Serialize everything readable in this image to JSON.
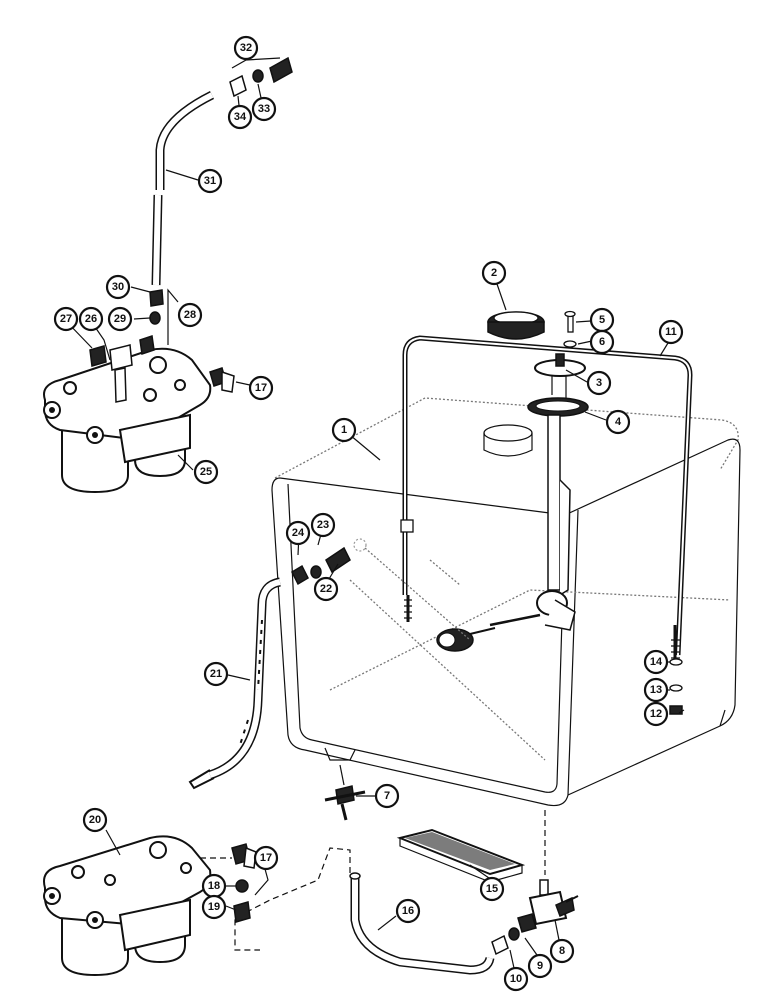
{
  "callouts": [
    {
      "id": "1",
      "label": "1"
    },
    {
      "id": "2",
      "label": "2"
    },
    {
      "id": "3",
      "label": "3"
    },
    {
      "id": "4",
      "label": "4"
    },
    {
      "id": "5",
      "label": "5"
    },
    {
      "id": "6",
      "label": "6"
    },
    {
      "id": "7",
      "label": "7"
    },
    {
      "id": "8",
      "label": "8"
    },
    {
      "id": "9",
      "label": "9"
    },
    {
      "id": "10",
      "label": "10"
    },
    {
      "id": "11",
      "label": "11"
    },
    {
      "id": "12",
      "label": "12"
    },
    {
      "id": "13",
      "label": "13"
    },
    {
      "id": "14",
      "label": "14"
    },
    {
      "id": "15",
      "label": "15"
    },
    {
      "id": "16",
      "label": "16"
    },
    {
      "id": "17a",
      "label": "17"
    },
    {
      "id": "17b",
      "label": "17"
    },
    {
      "id": "18",
      "label": "18"
    },
    {
      "id": "19",
      "label": "19"
    },
    {
      "id": "20",
      "label": "20"
    },
    {
      "id": "21",
      "label": "21"
    },
    {
      "id": "22",
      "label": "22"
    },
    {
      "id": "23",
      "label": "23"
    },
    {
      "id": "24",
      "label": "24"
    },
    {
      "id": "25",
      "label": "25"
    },
    {
      "id": "26",
      "label": "26"
    },
    {
      "id": "27",
      "label": "27"
    },
    {
      "id": "28",
      "label": "28"
    },
    {
      "id": "29",
      "label": "29"
    },
    {
      "id": "30",
      "label": "30"
    },
    {
      "id": "31",
      "label": "31"
    },
    {
      "id": "32",
      "label": "32"
    },
    {
      "id": "33",
      "label": "33"
    },
    {
      "id": "34",
      "label": "34"
    }
  ]
}
